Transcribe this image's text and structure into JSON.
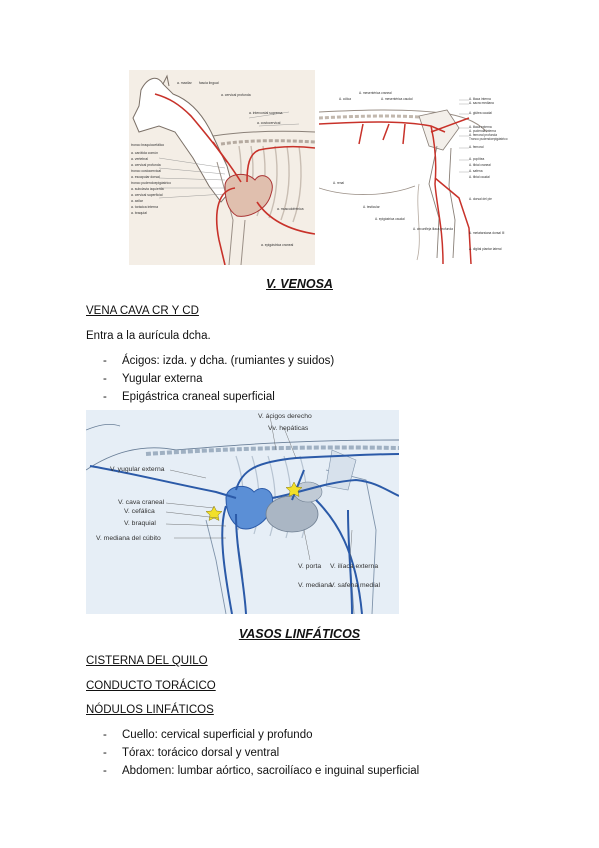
{
  "figure_arterial_thorax": {
    "labels": [
      "a. maxilar",
      "fascia lingual",
      "a. cervical profunda",
      "a. intercostal suprema",
      "a. costocervical",
      "tronco braquiocefálico",
      "a. carótida común",
      "a. vertebral",
      "a. cervical profunda",
      "tronco costocervical",
      "a. escapular dorsal",
      "tronco pudendoepigástrico",
      "a. subclavia izquierda",
      "a. cervical superficial",
      "a. axilar",
      "a. torácica interna",
      "a. braquial",
      "a. musculofrénica",
      "a. epigástrica craneal"
    ]
  },
  "figure_arterial_hind": {
    "labels_top": [
      "A. mesentérica craneal",
      "A. mesentérica caudal",
      "A. cólica",
      "A. iliaca interna",
      "A. sacra mediana",
      "A. glútea caudal",
      "A. iliaca externa",
      "A. pudenda interna",
      "A. femoral profunda",
      "Tronco pudendoepigástrico",
      "A. femoral",
      "A. poplítea",
      "A. tibial craneal",
      "A. safena",
      "A. tibial caudal",
      "A. dorsal del pie"
    ],
    "labels_bottom": [
      "A. renal",
      "A. testicular",
      "A. epigástrica caudal",
      "A. circunfleja iliaca profunda",
      "A. metatarsiana dorsal III",
      "A. digital plantar lateral"
    ]
  },
  "sections": {
    "venosa_title": "V. VENOSA",
    "vena_cava": "VENA CAVA CR Y CD",
    "entra": "Entra a la aurícula dcha.",
    "venosa_items": [
      "Ácigos: izda. y dcha. (rumiantes y suidos)",
      "Yugular externa",
      "Epigástrica craneal superficial"
    ],
    "linfaticos_title": "VASOS LINFÁTICOS",
    "cisterna": "CISTERNA DEL QUILO",
    "conducto": "CONDUCTO TORÁCICO",
    "nodulos": "NÓDULOS LINFÁTICOS",
    "linf_items": [
      "Cuello: cervical superficial y profundo",
      "Tórax: torácico dorsal y ventral",
      "Abdomen: lumbar aórtico, sacroilíaco e inguinal superficial"
    ]
  },
  "figure_venous": {
    "labels": {
      "azygos": "V. ácigos derecho",
      "hepaticas": "Vv. hepáticas",
      "yugular": "V. yugular externa",
      "cava": "V. cava craneal",
      "cefalica": "V. cefálica",
      "braquial": "V. braquial",
      "mediana_cubito": "V. mediana del cúbito",
      "porta": "V. porta",
      "iliaca": "V. ilíaca externa",
      "mediana": "V. mediana",
      "safena": "V. safena medial"
    },
    "colors": {
      "vein": "#2b5aa8",
      "heart": "#5b8fd6",
      "liver": "#aab6c4",
      "marker": "#f2e02a"
    }
  }
}
